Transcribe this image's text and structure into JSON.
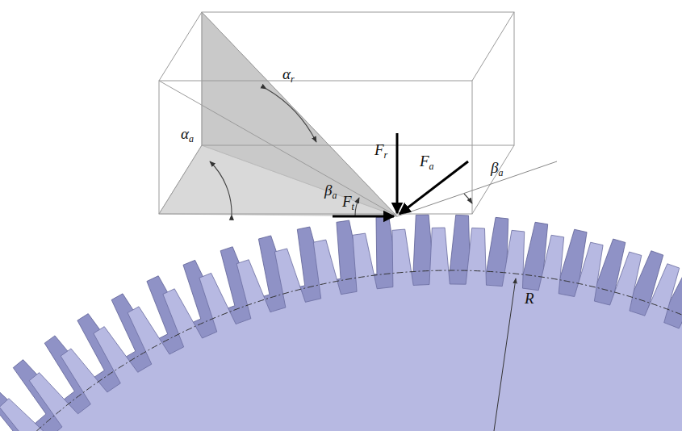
{
  "diagram": {
    "labels": [
      "αr",
      "αa",
      "βa",
      "Ft",
      "Fr",
      "Fa",
      "βa",
      "R"
    ]
  }
}
